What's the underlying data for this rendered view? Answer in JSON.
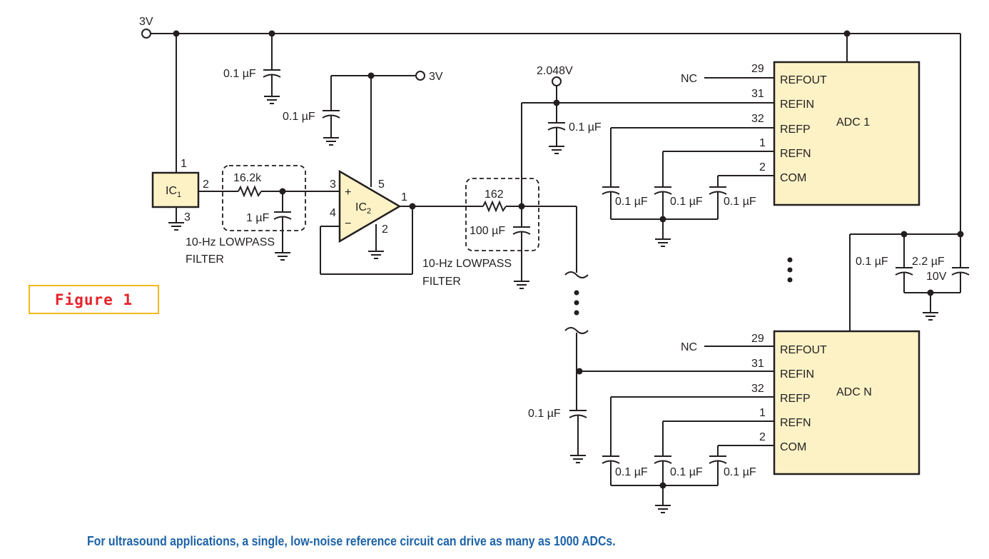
{
  "figure_label": "Figure 1",
  "caption": "For ultrasound applications, a single, low-noise reference circuit can drive as many as 1000 ADCs.",
  "supply": {
    "v3_top": "3V",
    "v3_ic2": "3V",
    "ref_voltage": "2.048V"
  },
  "ic1": {
    "name": "IC",
    "sub": "1",
    "pin_in": "1",
    "pin_out": "2",
    "pin_gnd": "3"
  },
  "ic2": {
    "name": "IC",
    "sub": "2",
    "pin_plus": "3",
    "pin_minus": "4",
    "pin_vcc": "5",
    "pin_gnd": "2",
    "pin_out": "1",
    "plus_sign": "+",
    "minus_sign": "−"
  },
  "filter1": {
    "resistor": "16.2k",
    "capacitor": "1 µF",
    "label_line1": "10-Hz LOWPASS",
    "label_line2": "FILTER"
  },
  "filter2": {
    "resistor": "162",
    "capacitor": "100 µF",
    "label_line1": "10-Hz LOWPASS",
    "label_line2": "FILTER"
  },
  "decoupling": {
    "c_top": "0.1 µF",
    "c_ic2": "0.1 µF",
    "c_refin1": "0.1 µF",
    "c_refin_n": "0.1 µF",
    "c_bulk1": "0.1 µF",
    "c_bulk2": "2.2 µF",
    "c_bulk2_rating": "10V"
  },
  "adc1": {
    "name": "ADC 1",
    "nc": "NC",
    "pins": [
      {
        "num": "29",
        "label": "REFOUT"
      },
      {
        "num": "31",
        "label": "REFIN"
      },
      {
        "num": "32",
        "label": "REFP"
      },
      {
        "num": "1",
        "label": "REFN"
      },
      {
        "num": "2",
        "label": "COM"
      }
    ],
    "caps": [
      "0.1 µF",
      "0.1 µF",
      "0.1 µF"
    ]
  },
  "adcN": {
    "name": "ADC N",
    "nc": "NC",
    "pins": [
      {
        "num": "29",
        "label": "REFOUT"
      },
      {
        "num": "31",
        "label": "REFIN"
      },
      {
        "num": "32",
        "label": "REFP"
      },
      {
        "num": "1",
        "label": "REFN"
      },
      {
        "num": "2",
        "label": "COM"
      }
    ],
    "caps": [
      "0.1 µF",
      "0.1 µF",
      "0.1 µF"
    ]
  }
}
